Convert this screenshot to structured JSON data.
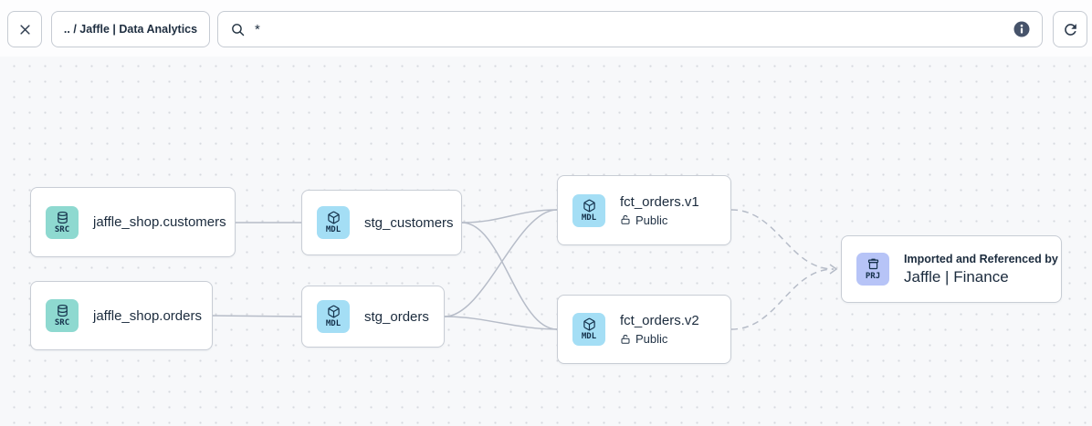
{
  "toolbar": {
    "breadcrumb": ".. / Jaffle | Data Analytics",
    "search_value": "*"
  },
  "nodes": [
    {
      "id": "jaffle_shop.customers",
      "badge": "SRC",
      "title": "jaffle_shop.customers"
    },
    {
      "id": "jaffle_shop.orders",
      "badge": "SRC",
      "title": "jaffle_shop.orders"
    },
    {
      "id": "stg_customers",
      "badge": "MDL",
      "title": "stg_customers"
    },
    {
      "id": "stg_orders",
      "badge": "MDL",
      "title": "stg_orders"
    },
    {
      "id": "fct_orders.v1",
      "badge": "MDL",
      "title": "fct_orders.v1",
      "access": "Public"
    },
    {
      "id": "fct_orders.v2",
      "badge": "MDL",
      "title": "fct_orders.v2",
      "access": "Public"
    },
    {
      "id": "jaffle_finance",
      "badge": "PRJ",
      "title": "Jaffle | Finance",
      "note": "Imported and Referenced by"
    }
  ],
  "edges": [
    {
      "from": "jaffle_shop.customers",
      "to": "stg_customers",
      "style": "solid"
    },
    {
      "from": "jaffle_shop.orders",
      "to": "stg_orders",
      "style": "solid"
    },
    {
      "from": "stg_customers",
      "to": "fct_orders.v1",
      "style": "solid"
    },
    {
      "from": "stg_customers",
      "to": "fct_orders.v2",
      "style": "solid"
    },
    {
      "from": "stg_orders",
      "to": "fct_orders.v1",
      "style": "solid"
    },
    {
      "from": "stg_orders",
      "to": "fct_orders.v2",
      "style": "solid"
    },
    {
      "from": "fct_orders.v1",
      "to": "jaffle_finance",
      "style": "dashed"
    },
    {
      "from": "fct_orders.v2",
      "to": "jaffle_finance",
      "style": "dashed"
    }
  ],
  "colors": {
    "canvas_bg": "#f7f8fa",
    "src_badge": "#8ed9d0",
    "mdl_badge": "#a4def5",
    "prj_badge": "#b7c4f7",
    "edge": "#b6bcc8",
    "node_border": "#c8cdd5",
    "text": "#1b2b3d"
  }
}
